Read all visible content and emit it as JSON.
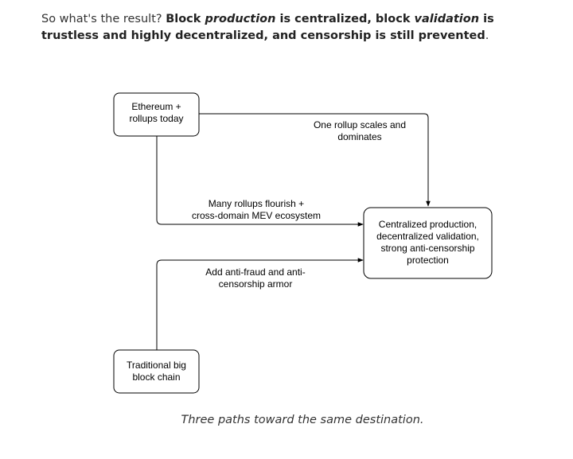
{
  "intro": {
    "lead": "So what's the result? ",
    "b1": "Block ",
    "b1_em": "production",
    "b2": " is centralized, block ",
    "b2_em": "validation",
    "b3": " is trustless and highly decentralized, and censorship is still prevented",
    "period": "."
  },
  "diagram": {
    "nodes": {
      "ethereum": [
        "Ethereum +",
        "rollups today"
      ],
      "traditional": [
        "Traditional big",
        "block chain"
      ],
      "result": [
        "Centralized production,",
        "decentralized validation,",
        "strong anti-censorship",
        "protection"
      ]
    },
    "edges": {
      "one_rollup": [
        "One rollup scales and",
        "dominates"
      ],
      "many_rollups": [
        "Many rollups flourish +",
        "cross-domain MEV ecosystem"
      ],
      "anti_fraud": [
        "Add anti-fraud and anti-",
        "censorship armor"
      ]
    }
  },
  "caption": "Three paths toward the same destination."
}
